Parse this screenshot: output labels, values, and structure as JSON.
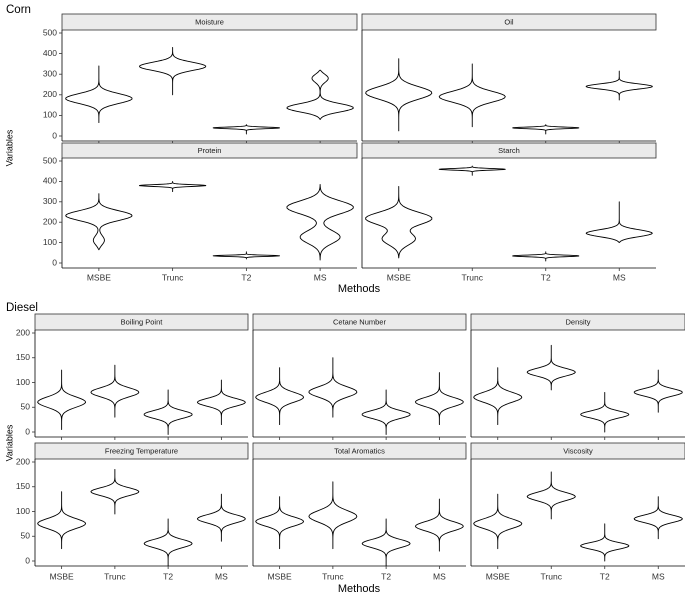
{
  "chart_data": [
    {
      "type": "violin",
      "title": "Corn",
      "xlabel": "Methods",
      "ylabel": "Variables",
      "categories": [
        "MSBE",
        "Trunc",
        "T2",
        "MS"
      ],
      "ylim": [
        0,
        500
      ],
      "yticks": [
        0,
        100,
        200,
        300,
        400,
        500
      ],
      "grid": false,
      "panels": [
        {
          "name": "Moisture",
          "series": [
            {
              "name": "MSBE",
              "min": 65,
              "max": 340,
              "modes": [
                [
                  180,
                  1.0
                ]
              ]
            },
            {
              "name": "Trunc",
              "min": 200,
              "max": 430,
              "modes": [
                [
                  340,
                  1.0
                ]
              ]
            },
            {
              "name": "T2",
              "min": 10,
              "max": 55,
              "modes": [
                [
                  40,
                  1.0
                ]
              ]
            },
            {
              "name": "MS",
              "min": 80,
              "max": 320,
              "modes": [
                [
                  130,
                  1.0
                ],
                [
                  290,
                  0.35
                ]
              ]
            }
          ]
        },
        {
          "name": "Oil",
          "series": [
            {
              "name": "MSBE",
              "min": 25,
              "max": 375,
              "modes": [
                [
                  210,
                  1.0
                ]
              ]
            },
            {
              "name": "Trunc",
              "min": 45,
              "max": 350,
              "modes": [
                [
                  190,
                  1.0
                ]
              ]
            },
            {
              "name": "T2",
              "min": 10,
              "max": 55,
              "modes": [
                [
                  40,
                  1.0
                ]
              ]
            },
            {
              "name": "MS",
              "min": 175,
              "max": 315,
              "modes": [
                [
                  240,
                  1.0
                ]
              ]
            }
          ]
        },
        {
          "name": "Protein",
          "series": [
            {
              "name": "MSBE",
              "min": 65,
              "max": 340,
              "modes": [
                [
                  235,
                  1.0
                ],
                [
                  100,
                  0.35
                ]
              ]
            },
            {
              "name": "Trunc",
              "min": 350,
              "max": 400,
              "modes": [
                [
                  380,
                  1.0
                ]
              ]
            },
            {
              "name": "T2",
              "min": 20,
              "max": 55,
              "modes": [
                [
                  35,
                  1.0
                ]
              ]
            },
            {
              "name": "MS",
              "min": 15,
              "max": 385,
              "modes": [
                [
                  280,
                  1.0
                ],
                [
                  120,
                  0.6
                ]
              ]
            }
          ]
        },
        {
          "name": "Starch",
          "series": [
            {
              "name": "MSBE",
              "min": 25,
              "max": 375,
              "modes": [
                [
                  220,
                  1.0
                ],
                [
                  110,
                  0.7
                ]
              ]
            },
            {
              "name": "Trunc",
              "min": 430,
              "max": 475,
              "modes": [
                [
                  460,
                  1.0
                ]
              ]
            },
            {
              "name": "T2",
              "min": 10,
              "max": 55,
              "modes": [
                [
                  35,
                  1.0
                ]
              ]
            },
            {
              "name": "MS",
              "min": 100,
              "max": 300,
              "modes": [
                [
                  140,
                  1.0
                ]
              ]
            }
          ]
        }
      ]
    },
    {
      "type": "violin",
      "title": "Diesel",
      "xlabel": "Methods",
      "ylabel": "Variables",
      "categories": [
        "MSBE",
        "Trunc",
        "T2",
        "MS"
      ],
      "ylim": [
        0,
        200
      ],
      "yticks": [
        0,
        50,
        100,
        150,
        200
      ],
      "grid": false,
      "panels": [
        {
          "name": "Boiling Point",
          "series": [
            {
              "name": "MSBE",
              "min": 5,
              "max": 125,
              "modes": [
                [
                  60,
                  1.0
                ]
              ]
            },
            {
              "name": "Trunc",
              "min": 30,
              "max": 135,
              "modes": [
                [
                  80,
                  1.0
                ]
              ]
            },
            {
              "name": "T2",
              "min": -5,
              "max": 85,
              "modes": [
                [
                  35,
                  1.0
                ]
              ]
            },
            {
              "name": "MS",
              "min": 15,
              "max": 105,
              "modes": [
                [
                  60,
                  1.0
                ]
              ]
            }
          ]
        },
        {
          "name": "Cetane Number",
          "series": [
            {
              "name": "MSBE",
              "min": 15,
              "max": 130,
              "modes": [
                [
                  70,
                  1.0
                ]
              ]
            },
            {
              "name": "Trunc",
              "min": 30,
              "max": 150,
              "modes": [
                [
                  80,
                  1.0
                ]
              ]
            },
            {
              "name": "T2",
              "min": -5,
              "max": 85,
              "modes": [
                [
                  35,
                  1.0
                ]
              ]
            },
            {
              "name": "MS",
              "min": 15,
              "max": 120,
              "modes": [
                [
                  60,
                  1.0
                ]
              ]
            }
          ]
        },
        {
          "name": "Density",
          "series": [
            {
              "name": "MSBE",
              "min": 15,
              "max": 130,
              "modes": [
                [
                  70,
                  1.0
                ]
              ]
            },
            {
              "name": "Trunc",
              "min": 85,
              "max": 175,
              "modes": [
                [
                  120,
                  1.0
                ]
              ]
            },
            {
              "name": "T2",
              "min": 0,
              "max": 80,
              "modes": [
                [
                  35,
                  1.0
                ]
              ]
            },
            {
              "name": "MS",
              "min": 40,
              "max": 125,
              "modes": [
                [
                  80,
                  1.0
                ]
              ]
            }
          ]
        },
        {
          "name": "Freezing Temperature",
          "series": [
            {
              "name": "MSBE",
              "min": 25,
              "max": 140,
              "modes": [
                [
                  75,
                  1.0
                ]
              ]
            },
            {
              "name": "Trunc",
              "min": 95,
              "max": 185,
              "modes": [
                [
                  140,
                  1.0
                ]
              ]
            },
            {
              "name": "T2",
              "min": -10,
              "max": 85,
              "modes": [
                [
                  35,
                  1.0
                ]
              ]
            },
            {
              "name": "MS",
              "min": 40,
              "max": 135,
              "modes": [
                [
                  85,
                  1.0
                ]
              ]
            }
          ]
        },
        {
          "name": "Total Aromatics",
          "series": [
            {
              "name": "MSBE",
              "min": 25,
              "max": 130,
              "modes": [
                [
                  80,
                  1.0
                ]
              ]
            },
            {
              "name": "Trunc",
              "min": 25,
              "max": 160,
              "modes": [
                [
                  90,
                  1.0
                ]
              ]
            },
            {
              "name": "T2",
              "min": -10,
              "max": 85,
              "modes": [
                [
                  35,
                  1.0
                ]
              ]
            },
            {
              "name": "MS",
              "min": 20,
              "max": 125,
              "modes": [
                [
                  70,
                  1.0
                ]
              ]
            }
          ]
        },
        {
          "name": "Viscosity",
          "series": [
            {
              "name": "MSBE",
              "min": 25,
              "max": 135,
              "modes": [
                [
                  75,
                  1.0
                ]
              ]
            },
            {
              "name": "Trunc",
              "min": 85,
              "max": 180,
              "modes": [
                [
                  130,
                  1.0
                ]
              ]
            },
            {
              "name": "T2",
              "min": 0,
              "max": 75,
              "modes": [
                [
                  30,
                  1.0
                ]
              ]
            },
            {
              "name": "MS",
              "min": 45,
              "max": 130,
              "modes": [
                [
                  85,
                  1.0
                ]
              ]
            }
          ]
        }
      ]
    }
  ]
}
